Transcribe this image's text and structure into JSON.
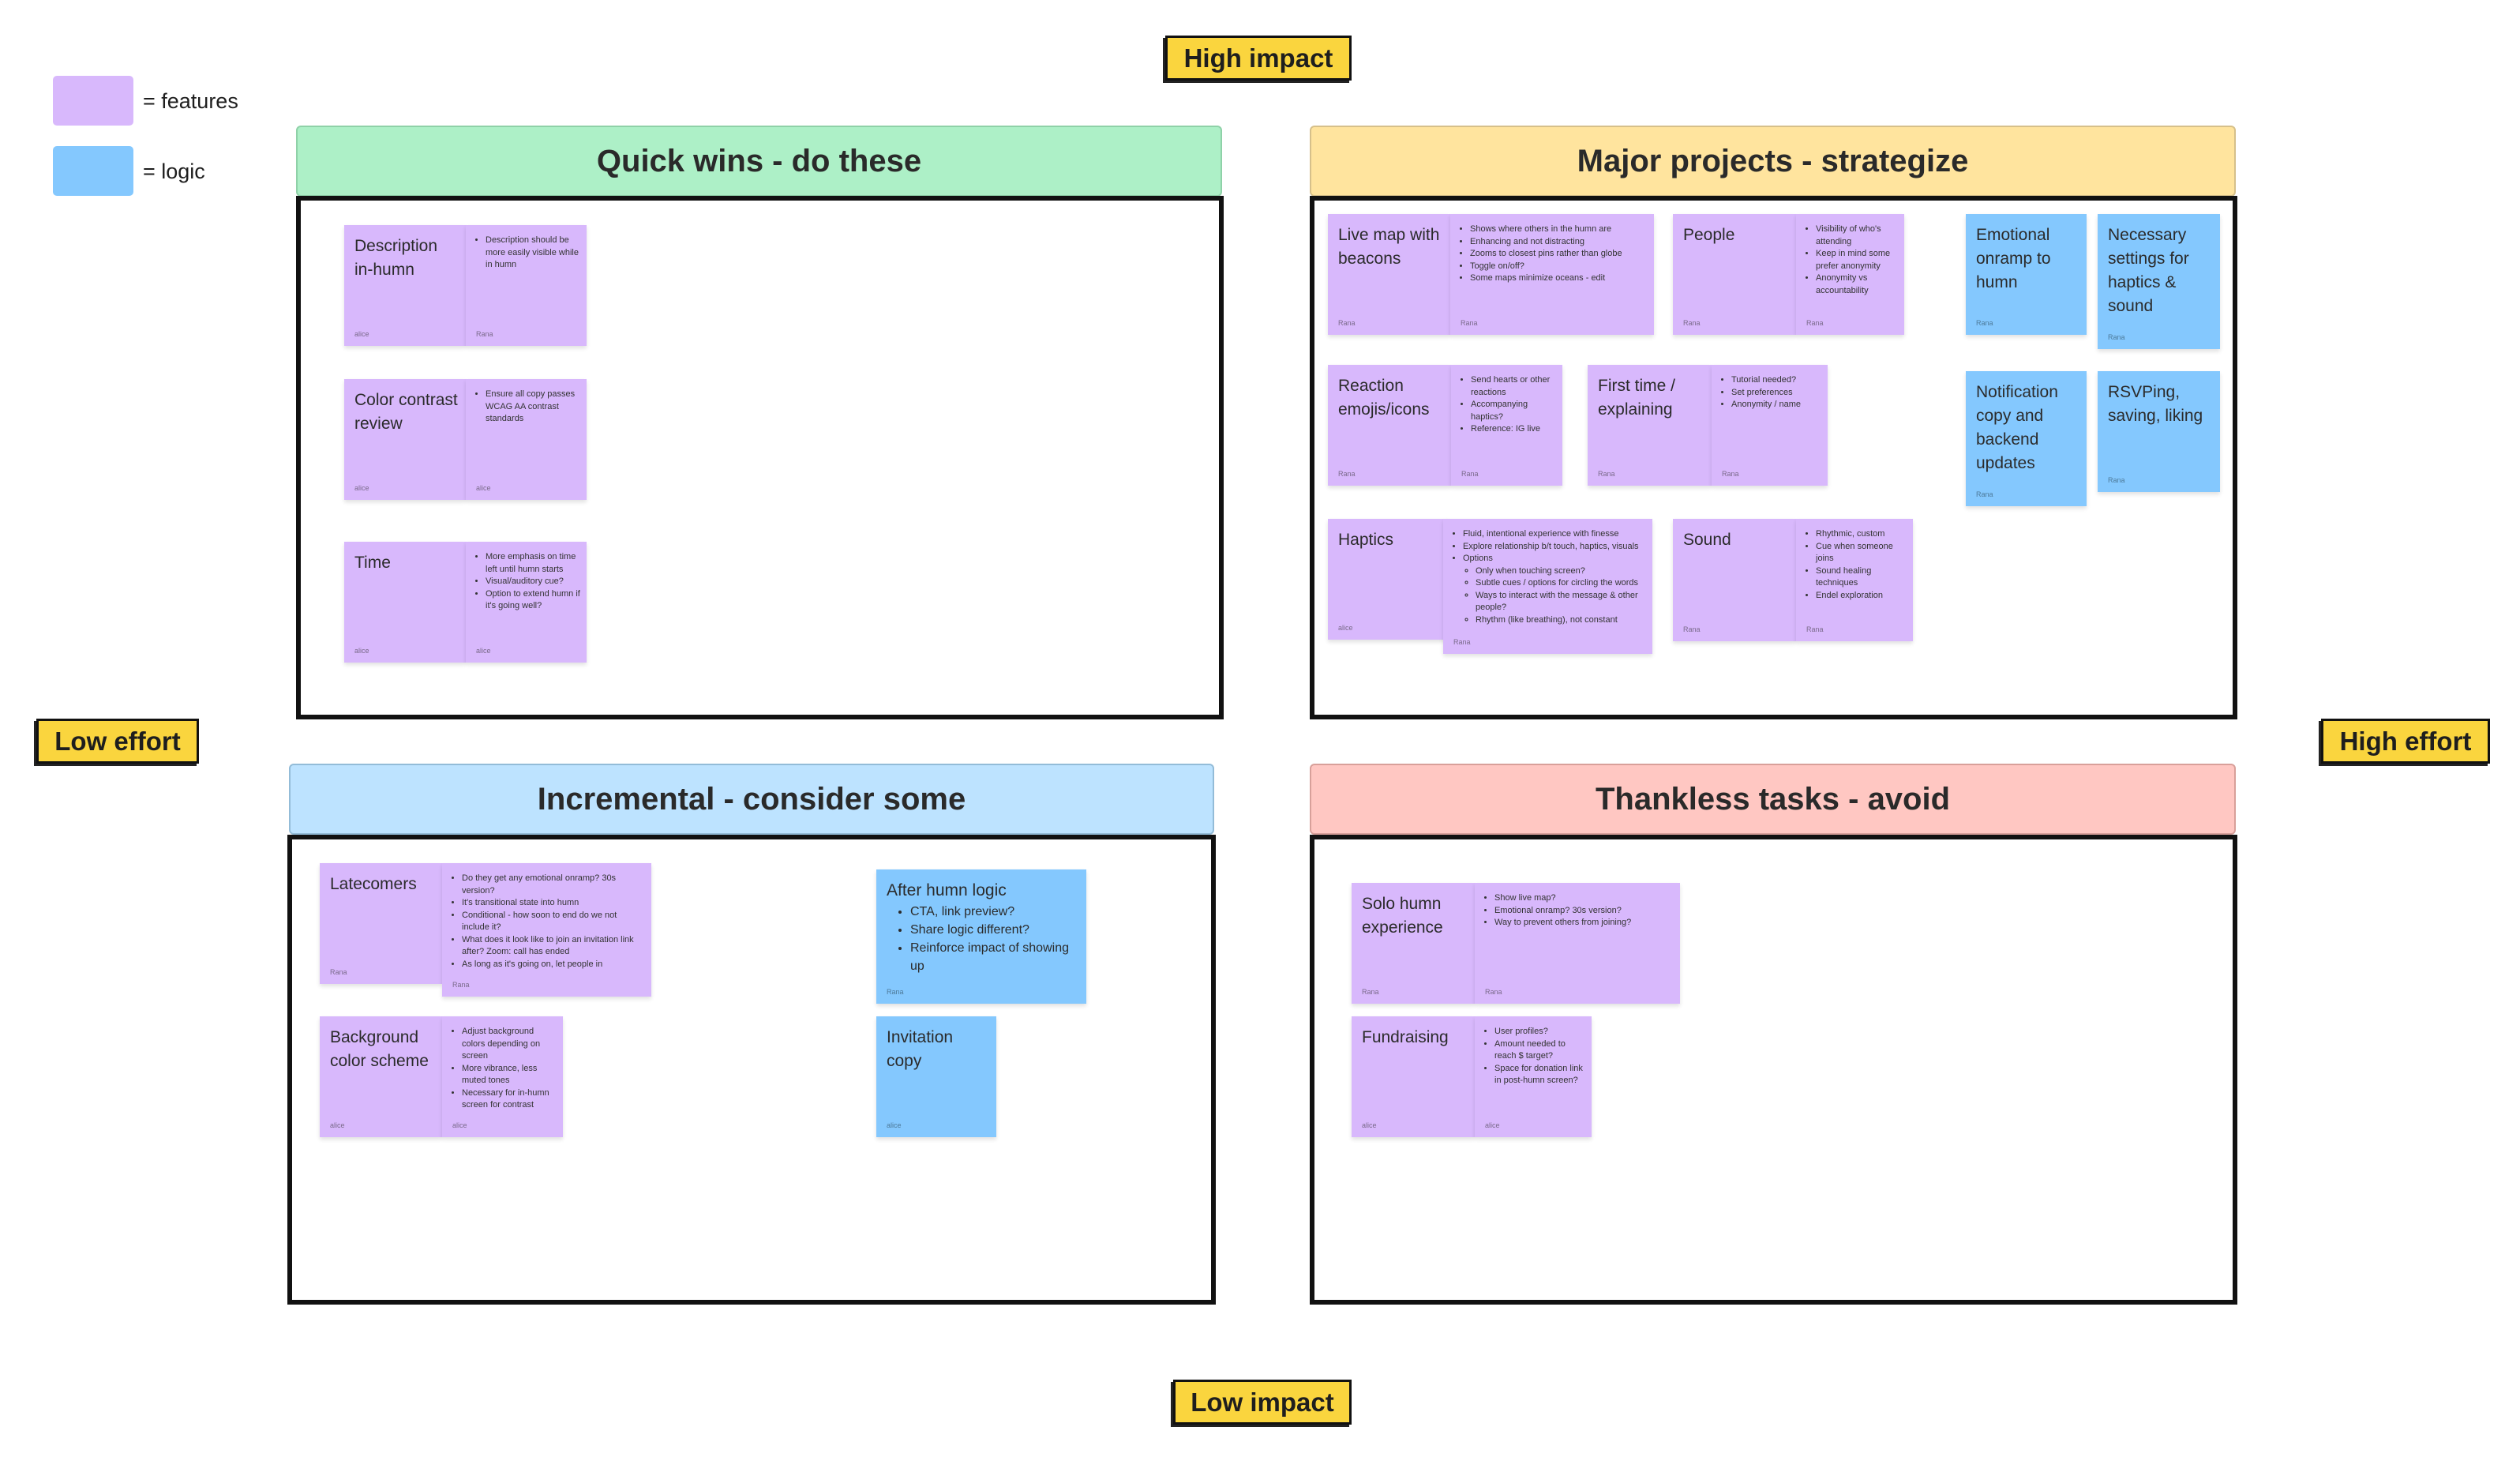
{
  "legend": {
    "items": [
      {
        "label": "= features",
        "color": "#d8b8fc"
      },
      {
        "label": "= logic",
        "color": "#84c8fe"
      }
    ]
  },
  "axes": {
    "high_impact": "High impact",
    "low_impact": "Low impact",
    "low_effort": "Low effort",
    "high_effort": "High effort",
    "badge_color": "#fad53e"
  },
  "quadrants": {
    "quick_wins": {
      "title": "Quick wins - do these",
      "color": "#adf0c7",
      "notes": [
        {
          "type": "feature",
          "title": "Description in-humn",
          "author": "alice",
          "bullets": [
            "Description should be more easily visible while in humn"
          ],
          "bullets_author": "Rana"
        },
        {
          "type": "feature",
          "title": "Color contrast review",
          "author": "alice",
          "bullets": [
            "Ensure all copy passes WCAG AA contrast standards"
          ],
          "bullets_author": "alice"
        },
        {
          "type": "feature",
          "title": "Time",
          "author": "alice",
          "bullets": [
            "More emphasis on time left until humn starts",
            "Visual/auditory cue?",
            "Option to extend humn if it's going well?"
          ],
          "bullets_author": "alice"
        }
      ]
    },
    "major_projects": {
      "title": "Major projects - strategize",
      "color": "#ffe49e",
      "notes": [
        {
          "type": "feature",
          "title": "Live map with beacons",
          "author": "Rana",
          "bullets": [
            "Shows where others in the humn are",
            "Enhancing and not distracting",
            "Zooms to closest pins rather than globe",
            "Toggle on/off?",
            "Some maps minimize oceans - edit"
          ],
          "bullets_author": "Rana"
        },
        {
          "type": "feature",
          "title": "People",
          "author": "Rana",
          "bullets": [
            "Visibility of who's attending",
            "Keep in mind some prefer anonymity",
            "Anonymity vs accountability"
          ],
          "bullets_author": "Rana"
        },
        {
          "type": "feature",
          "title": "Reaction emojis/icons",
          "author": "Rana",
          "bullets": [
            "Send hearts or other reactions",
            "Accompanying haptics?",
            "Reference: IG live"
          ],
          "bullets_author": "Rana"
        },
        {
          "type": "feature",
          "title": "First time / explaining",
          "author": "Rana",
          "bullets": [
            "Tutorial needed?",
            "Set preferences",
            "Anonymity / name"
          ],
          "bullets_author": "Rana"
        },
        {
          "type": "feature",
          "title": "Haptics",
          "author": "alice",
          "bullets": [
            "Fluid, intentional experience with finesse",
            "Explore relationship b/t touch, haptics, visuals",
            {
              "text": "Options",
              "sub": [
                "Only when touching screen?",
                "Subtle cues / options for circling the words",
                "Ways to interact with the message & other people?",
                "Rhythm (like breathing), not constant"
              ]
            }
          ],
          "bullets_author": "Rana"
        },
        {
          "type": "feature",
          "title": "Sound",
          "author": "Rana",
          "bullets": [
            "Rhythmic, custom",
            "Cue when someone joins",
            "Sound healing techniques",
            "Endel exploration"
          ],
          "bullets_author": "Rana"
        },
        {
          "type": "logic",
          "title": "Emotional onramp to humn",
          "author": "Rana"
        },
        {
          "type": "logic",
          "title": "Necessary settings for haptics & sound",
          "author": "Rana"
        },
        {
          "type": "logic",
          "title": "Notification copy and backend updates",
          "author": "Rana"
        },
        {
          "type": "logic",
          "title": "RSVPing, saving, liking",
          "author": "Rana"
        }
      ]
    },
    "incremental": {
      "title": "Incremental - consider some",
      "color": "#bde3ff",
      "notes": [
        {
          "type": "feature",
          "title": "Latecomers",
          "author": "Rana",
          "bullets": [
            "Do they get any emotional onramp? 30s version?",
            "It's transitional state into humn",
            "Conditional - how soon to end do we not include it?",
            "What does it look like to join an invitation link after? Zoom: call has ended",
            "As long as it's going on, let people in"
          ],
          "bullets_author": "Rana"
        },
        {
          "type": "feature",
          "title": "Background color scheme",
          "author": "alice",
          "bullets": [
            "Adjust background colors depending on screen",
            "More vibrance, less muted tones",
            "Necessary for in-humn screen for contrast"
          ],
          "bullets_author": "alice"
        },
        {
          "type": "logic",
          "title": "After humn logic",
          "author": "Rana",
          "inline_bullets": [
            "CTA, link preview?",
            "Share logic different?",
            "Reinforce impact of showing up"
          ]
        },
        {
          "type": "logic",
          "title": "Invitation copy",
          "author": "alice"
        }
      ]
    },
    "thankless": {
      "title": "Thankless tasks - avoid",
      "color": "#ffc7c2",
      "notes": [
        {
          "type": "feature",
          "title": "Solo humn experience",
          "author": "Rana",
          "bullets": [
            "Show live map?",
            "Emotional onramp? 30s version?",
            "Way to prevent others from joining?"
          ],
          "bullets_author": "Rana"
        },
        {
          "type": "feature",
          "title": "Fundraising",
          "author": "alice",
          "bullets": [
            "User profiles?",
            "Amount needed to reach $ target?",
            "Space for donation link in post-humn screen?"
          ],
          "bullets_author": "alice"
        }
      ]
    }
  }
}
